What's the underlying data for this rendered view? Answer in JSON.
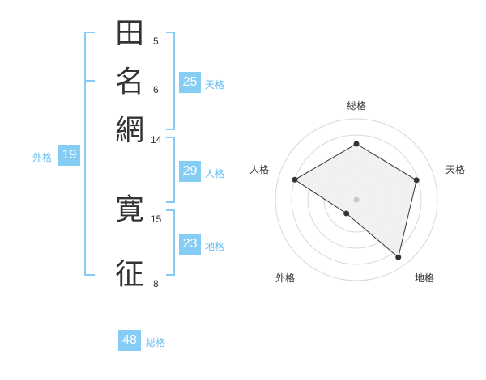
{
  "name": {
    "chars": [
      {
        "char": "田",
        "strokes": "5"
      },
      {
        "char": "名",
        "strokes": "6"
      },
      {
        "char": "網",
        "strokes": "14"
      },
      {
        "char": "寛",
        "strokes": "15"
      },
      {
        "char": "征",
        "strokes": "8"
      }
    ]
  },
  "fortunes": {
    "tenkaku": {
      "value": "25",
      "label": "天格"
    },
    "jinkaku": {
      "value": "29",
      "label": "人格"
    },
    "chikaku": {
      "value": "23",
      "label": "地格"
    },
    "gaikaku": {
      "value": "19",
      "label": "外格"
    },
    "soukaku": {
      "value": "48",
      "label": "総格"
    }
  },
  "radar": {
    "axes": [
      {
        "label": "総格",
        "score": 0.69
      },
      {
        "label": "天格",
        "score": 0.78
      },
      {
        "label": "地格",
        "score": 0.88
      },
      {
        "label": "外格",
        "score": 0.21
      },
      {
        "label": "人格",
        "score": 0.8
      }
    ],
    "rings": 5,
    "colors": {
      "fill": "#efefef",
      "stroke": "#333333",
      "grid": "#d8d8d8",
      "center": "#c8c8c8",
      "accent": "#85cdf5",
      "accent_text": "#65bdf0"
    }
  }
}
